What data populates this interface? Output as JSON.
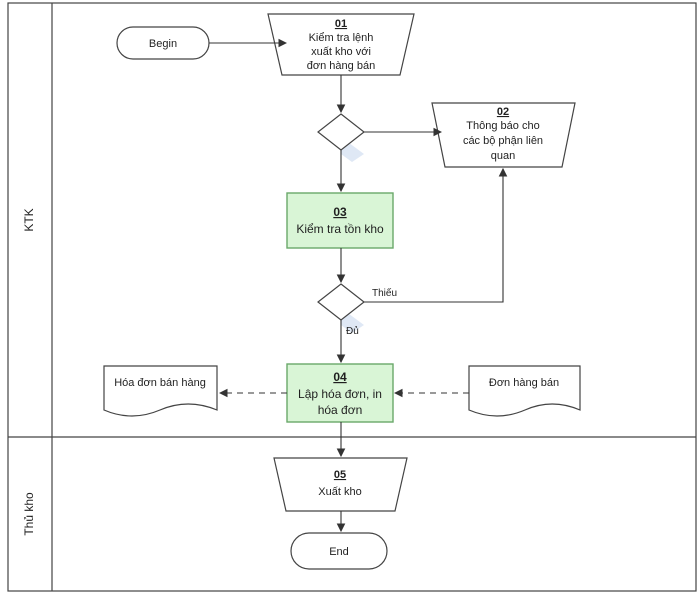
{
  "lanes": {
    "ktk": "KTK",
    "thukho": "Thủ kho"
  },
  "nodes": {
    "begin": "Begin",
    "n01": {
      "num": "01",
      "lines": [
        "Kiểm tra lệnh",
        "xuất kho với",
        "đơn hàng bán"
      ]
    },
    "n02": {
      "num": "02",
      "lines": [
        "Thông báo cho",
        "các bộ phận liên",
        "quan"
      ]
    },
    "n03": {
      "num": "03",
      "lines": [
        "Kiểm tra tồn kho"
      ]
    },
    "n04": {
      "num": "04",
      "lines": [
        "Lập hóa đơn, in",
        "hóa đơn"
      ]
    },
    "n05": {
      "num": "05",
      "lines": [
        "Xuất kho"
      ]
    },
    "invoice_doc": "Hóa đơn bán hàng",
    "order_doc": "Đơn hàng bán",
    "end": "End"
  },
  "edges": {
    "shortage": "Thiếu",
    "enough": "Đủ"
  },
  "colors": {
    "process_fill": "#d9f5d6",
    "process_stroke": "#6aa86a",
    "line": "#3a3a3a",
    "shadow": "#c9d9ef"
  }
}
